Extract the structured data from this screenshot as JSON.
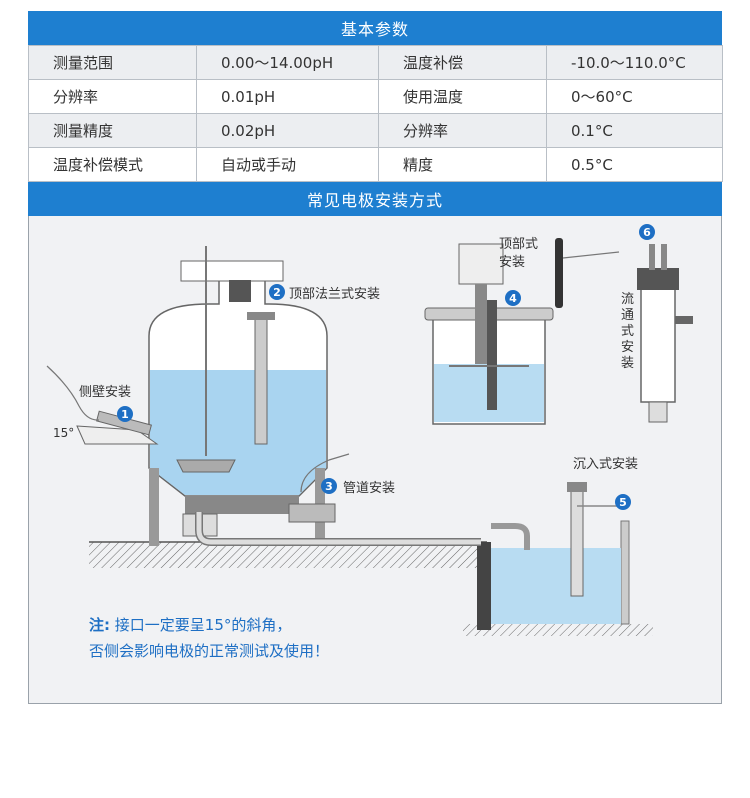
{
  "params_title": "基本参数",
  "params": [
    [
      "测量范围",
      "0.00～14.00pH",
      "温度补偿",
      "-10.0～110.0°C"
    ],
    [
      "分辨率",
      "0.01pH",
      "使用温度",
      "0～60°C"
    ],
    [
      "测量精度",
      "0.02pH",
      "分辨率",
      "0.1°C"
    ],
    [
      "温度补偿模式",
      "自动或手动",
      "精度",
      "0.5°C"
    ]
  ],
  "install_title": "常见电极安装方式",
  "installs": {
    "side": {
      "num": "1",
      "label": "侧壁安装",
      "angle": "15°"
    },
    "flange": {
      "num": "2",
      "label": "顶部法兰式安装"
    },
    "pipe": {
      "num": "3",
      "label": "管道安装"
    },
    "top": {
      "num": "4",
      "label_line1": "顶部式",
      "label_line2": "安装"
    },
    "immersion": {
      "num": "5",
      "label": "沉入式安装"
    },
    "flow": {
      "num": "6",
      "label": "流通式安装"
    }
  },
  "note": {
    "prefix": "注:",
    "line1": "接口一定要呈15°的斜角，",
    "line2": "否侧会影响电极的正常测试及使用！"
  },
  "colors": {
    "accent": "#1e7fd0",
    "badge": "#1e6fc4",
    "water": "#a9d4f0"
  }
}
